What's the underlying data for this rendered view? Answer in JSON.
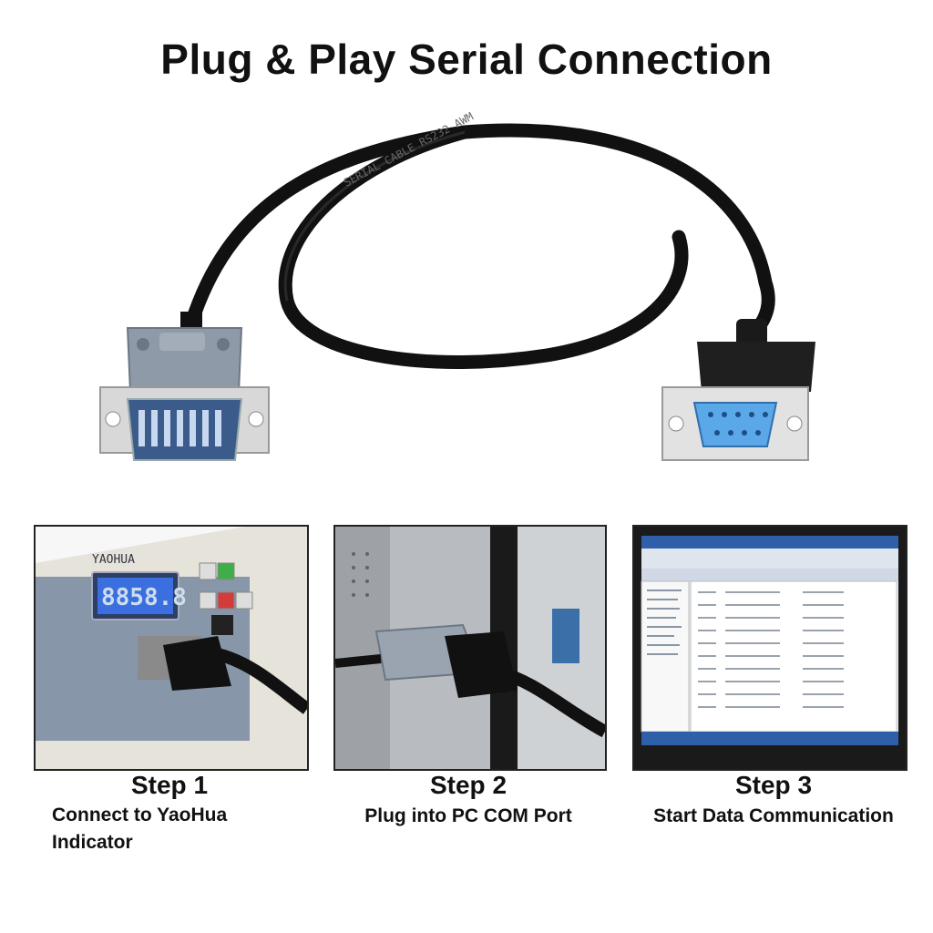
{
  "title": "Plug & Play Serial Connection",
  "cable": {
    "print_text": "SERIAL CABLE RS232 AWM"
  },
  "device": {
    "brand": "YAOHUA",
    "display": "8858.8"
  },
  "steps": [
    {
      "label": "Step 1",
      "desc": "Connect to YaoHua Indicator"
    },
    {
      "label": "Step 2",
      "desc": "Plug into PC COM Port"
    },
    {
      "label": "Step 3",
      "desc": "Start Data Communication"
    }
  ],
  "colors": {
    "cable": "#111111",
    "connector_gray": "#8f9aa8",
    "pins_blue": "#5aa8e8",
    "display_blue": "#3b6fe0"
  }
}
